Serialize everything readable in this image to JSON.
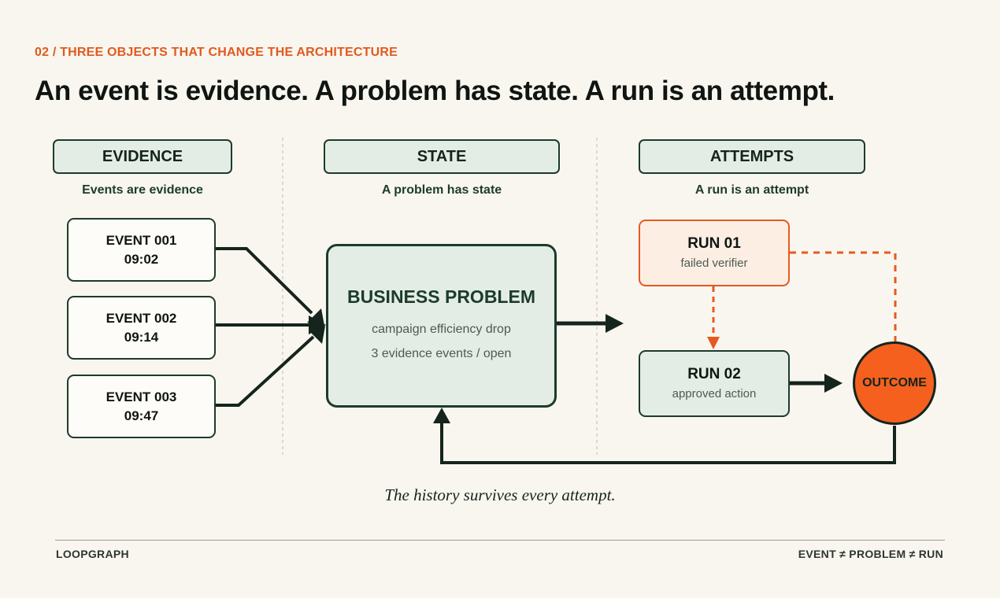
{
  "kicker": "02 / THREE OBJECTS THAT CHANGE THE ARCHITECTURE",
  "headline": "An event is evidence. A problem has state. A run is an attempt.",
  "columns": [
    {
      "header": "EVIDENCE",
      "subtitle": "Events are evidence"
    },
    {
      "header": "STATE",
      "subtitle": "A problem has state"
    },
    {
      "header": "ATTEMPTS",
      "subtitle": "A run is an attempt"
    }
  ],
  "events": [
    {
      "label": "EVENT 001",
      "time": "09:02"
    },
    {
      "label": "EVENT 002",
      "time": "09:14"
    },
    {
      "label": "EVENT 003",
      "time": "09:47"
    }
  ],
  "problem": {
    "title": "BUSINESS PROBLEM",
    "line1": "campaign efficiency drop",
    "line2": "3 evidence events / open"
  },
  "runs": [
    {
      "title": "RUN 01",
      "subtitle": "failed verifier"
    },
    {
      "title": "RUN 02",
      "subtitle": "approved action"
    }
  ],
  "outcome": "OUTCOME",
  "caption": "The history survives every attempt.",
  "footer": {
    "left": "LOOPGRAPH",
    "right": "EVENT ≠ PROBLEM ≠ RUN"
  },
  "colors": {
    "accent": "#e05a1e",
    "dark_green": "#1d3b2a",
    "light_green": "#e3ede6",
    "outcome_fill": "#f5601f",
    "background": "#f9f6f0"
  }
}
